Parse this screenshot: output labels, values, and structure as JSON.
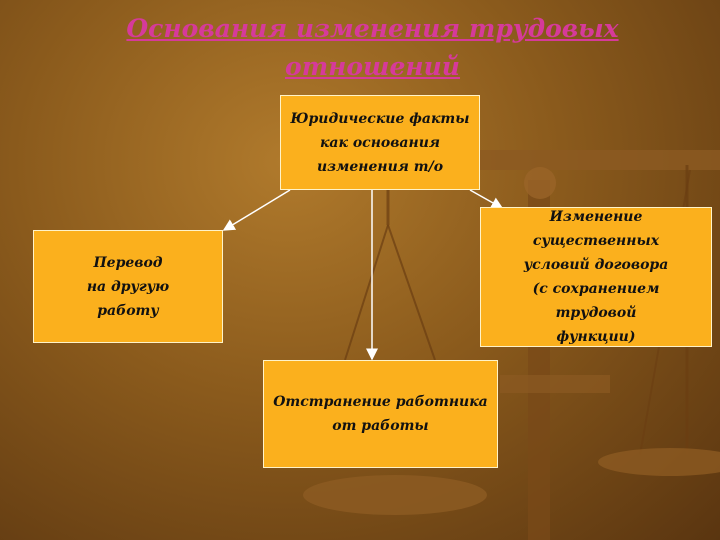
{
  "title": {
    "line1": "Основания изменения трудовых",
    "line2": "отношений"
  },
  "boxes": {
    "top": {
      "line1": "Юридические факты",
      "line2": "как основания",
      "line3": "изменения т/о"
    },
    "left": {
      "line1": "Перевод",
      "line2": "на другую",
      "line3": "работу"
    },
    "right": {
      "line1": "Изменение",
      "line2": "существенных",
      "line3": "условий договора",
      "line4": "(с сохранением",
      "line5": "трудовой",
      "line6": "функции)"
    },
    "bottom": {
      "line1": "Отстранение работника",
      "line2": "от работы"
    }
  },
  "colors": {
    "title": "#d63a9a",
    "box_fill": "#fbb01d",
    "background": "#8a5a1c"
  }
}
